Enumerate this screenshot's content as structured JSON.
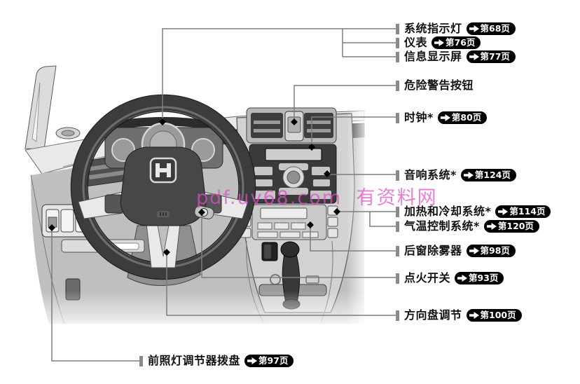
{
  "watermark": {
    "text": "pdf.uv68.com 有资料网",
    "color": "#de4dc7"
  },
  "badge": {
    "arrow_icon": "arrow-right-icon",
    "bg_color": "#000000",
    "text_color": "#ffffff"
  },
  "callout_line_color": "#7d7d7d",
  "callouts": [
    {
      "label": "系统指示灯",
      "page": "第68页"
    },
    {
      "label": "仪表",
      "page": "第76页"
    },
    {
      "label": "信息显示屏",
      "page": "第77页"
    },
    {
      "label": "危险警告按钮",
      "page": ""
    },
    {
      "label": "时钟*",
      "page": "第80页"
    },
    {
      "label": "音响系统*",
      "page": "第124页"
    },
    {
      "label": "加热和冷却系统*",
      "page": "第114页"
    },
    {
      "label": "气温控制系统*",
      "page": "第120页"
    },
    {
      "label": "后窗除雾器",
      "page": "第98页"
    },
    {
      "label": "点火开关",
      "page": "第93页"
    },
    {
      "label": "方向盘调节",
      "page": "第100页"
    },
    {
      "label": "前照灯调节器拨盘",
      "page": "第97页"
    }
  ]
}
